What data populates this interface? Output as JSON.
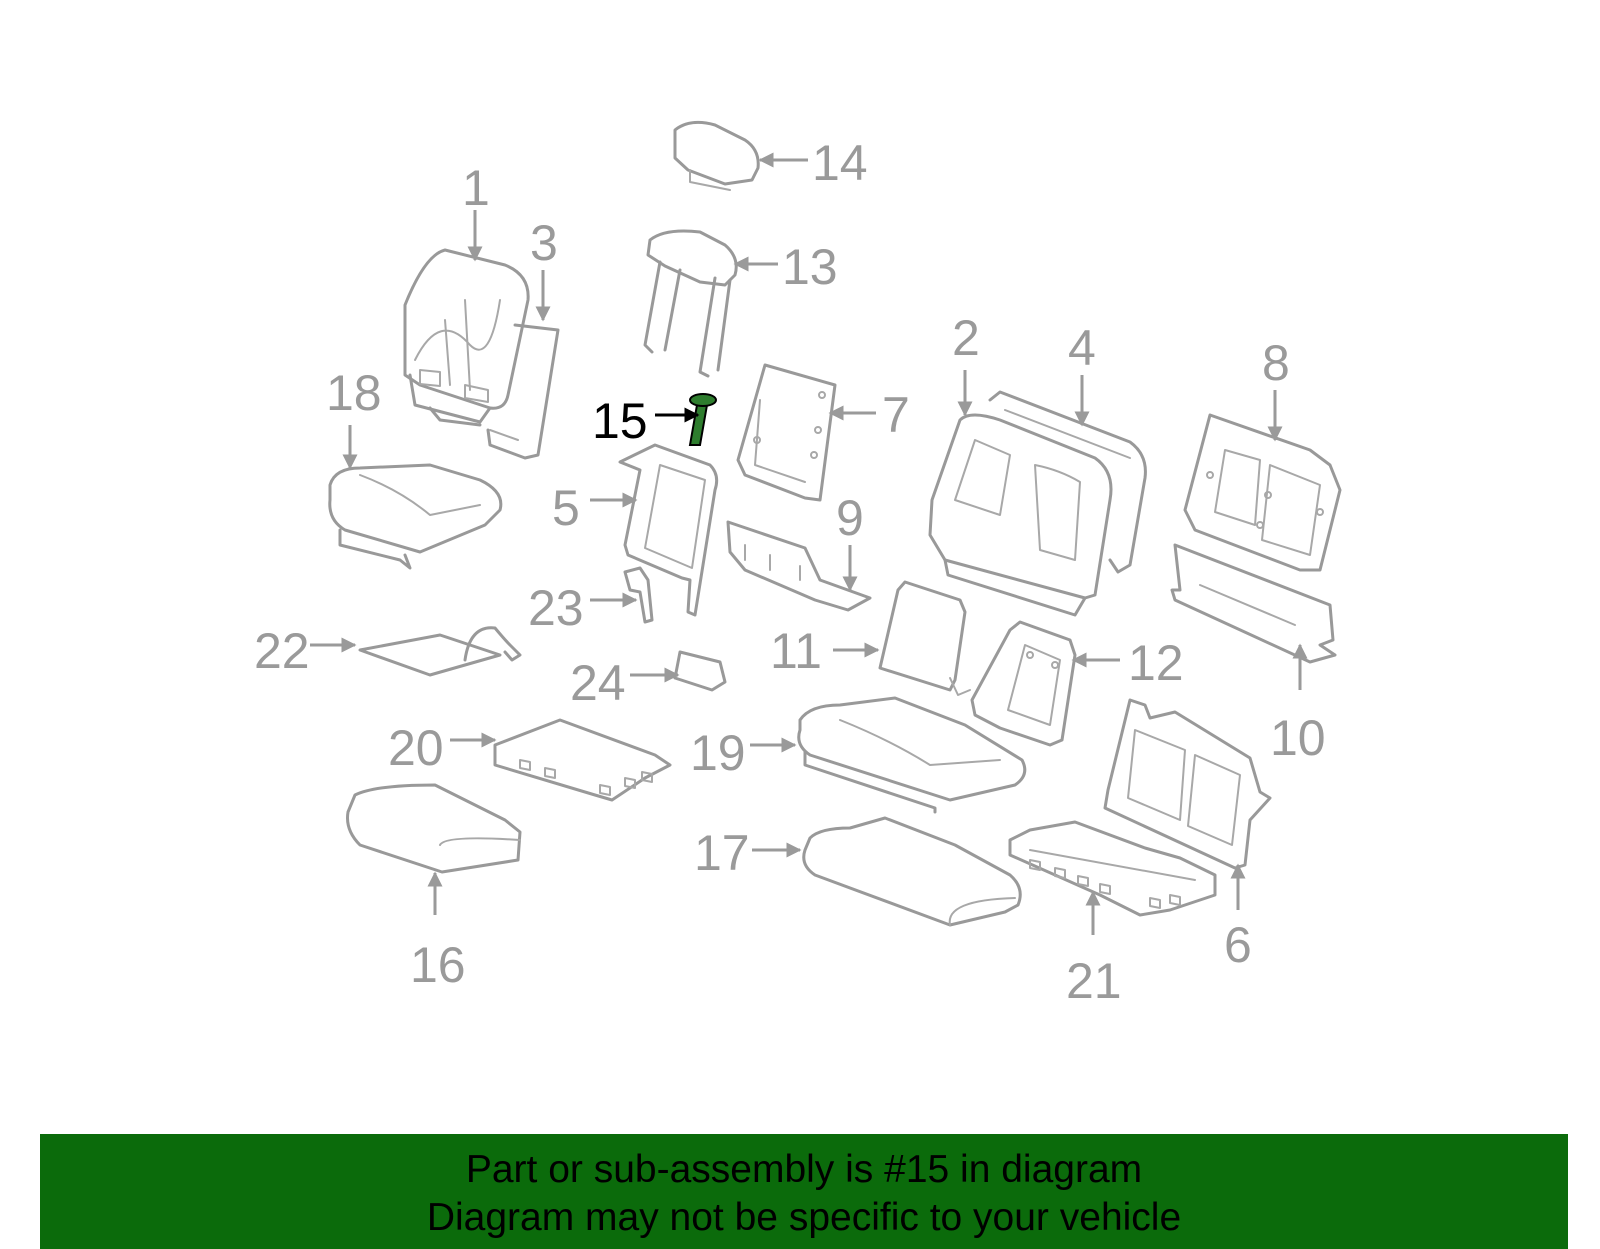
{
  "diagram": {
    "highlighted_part": "15",
    "highlight_color": "#2e7d2e",
    "part_color": "#999999",
    "callouts": [
      {
        "id": "c1",
        "label": "1"
      },
      {
        "id": "c2",
        "label": "2"
      },
      {
        "id": "c3",
        "label": "3"
      },
      {
        "id": "c4",
        "label": "4"
      },
      {
        "id": "c5",
        "label": "5"
      },
      {
        "id": "c6",
        "label": "6"
      },
      {
        "id": "c7",
        "label": "7"
      },
      {
        "id": "c8",
        "label": "8"
      },
      {
        "id": "c9",
        "label": "9"
      },
      {
        "id": "c10",
        "label": "10"
      },
      {
        "id": "c11",
        "label": "11"
      },
      {
        "id": "c12",
        "label": "12"
      },
      {
        "id": "c13",
        "label": "13"
      },
      {
        "id": "c14",
        "label": "14"
      },
      {
        "id": "c15",
        "label": "15"
      },
      {
        "id": "c16",
        "label": "16"
      },
      {
        "id": "c17",
        "label": "17"
      },
      {
        "id": "c18",
        "label": "18"
      },
      {
        "id": "c19",
        "label": "19"
      },
      {
        "id": "c20",
        "label": "20"
      },
      {
        "id": "c21",
        "label": "21"
      },
      {
        "id": "c22",
        "label": "22"
      },
      {
        "id": "c23",
        "label": "23"
      },
      {
        "id": "c24",
        "label": "24"
      }
    ]
  },
  "banner": {
    "line1": "Part or sub-assembly is #15 in diagram",
    "line2": "Diagram may not be specific to your vehicle",
    "background": "#0b6b0b"
  }
}
